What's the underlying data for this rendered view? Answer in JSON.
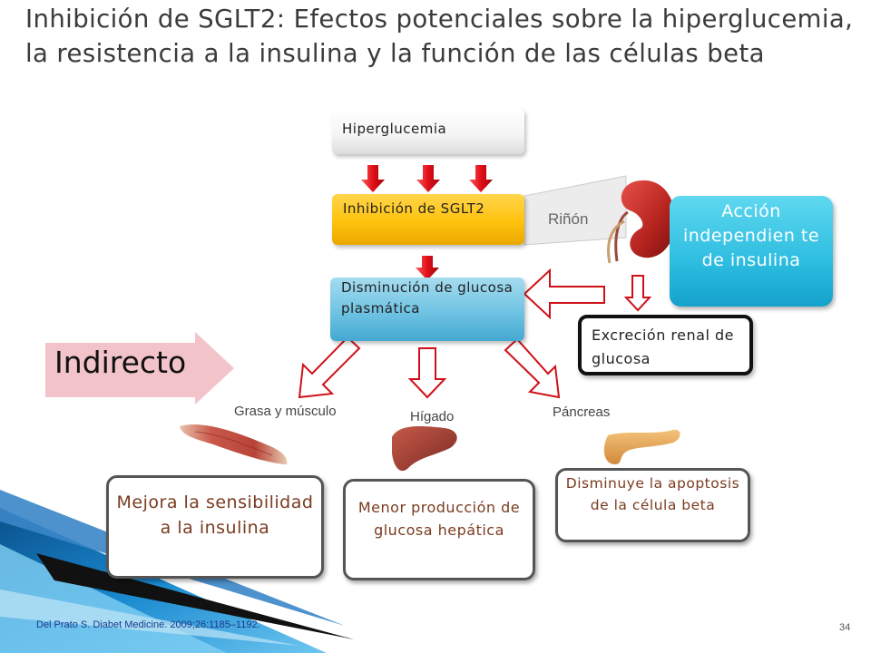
{
  "title": "Inhibición de SGLT2: Efectos potenciales sobre la hiperglucemia, la resistencia a la insulina y la función de las células beta",
  "diagram": {
    "hiperglucemia": "Hiperglucemia",
    "inhibicion": "Inhibición de SGLT2",
    "disminucion": "Disminución de glucosa plasmática",
    "rinon": "Riñón",
    "accion": "Acción independien te de insulina",
    "excrecion": "Excreción renal de glucosa",
    "indirecto": "Indirecto",
    "organs": {
      "grasa": "Grasa y músculo",
      "higado": "Hígado",
      "pancreas": "Páncreas"
    },
    "outcomes": {
      "sensibilidad": "Mejora la sensibilidad a la insulina",
      "produccion": "Menor producción de glucosa hepática",
      "apoptosis": "Disminuye la apoptosis de la célula beta"
    }
  },
  "citation": "Del Prato S. Diabet Medicine. 2009;26:1185–1192.",
  "page_number": "34",
  "colors": {
    "yellow": "#ffc20e",
    "blue": "#6fc3e3",
    "cyan": "#2dbde0",
    "red_arrow": "#e0101a",
    "pink": "#f2c4ca",
    "outcome_text": "#7a3b1f"
  }
}
